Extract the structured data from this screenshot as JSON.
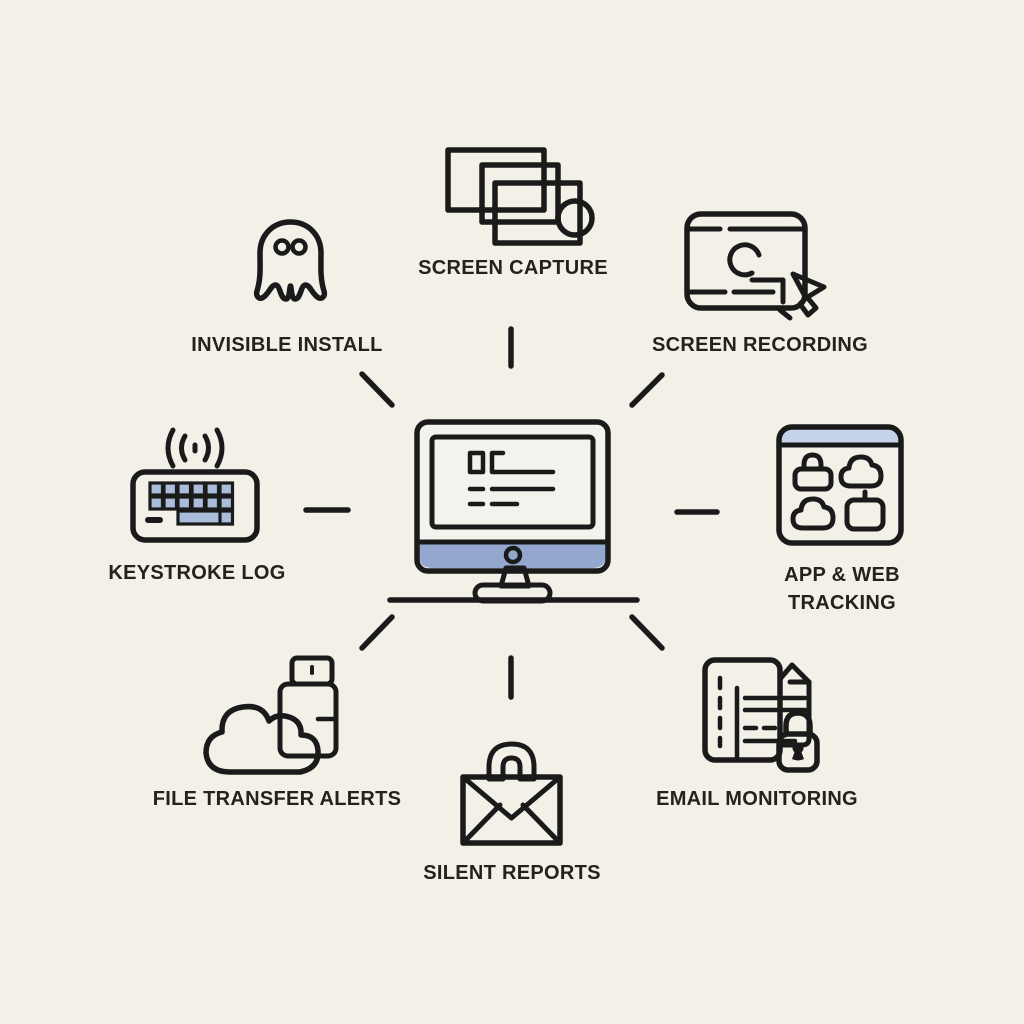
{
  "title": "monitoring-features-infographic",
  "palette": {
    "background": "#f3f0e8",
    "outline": "#1a1a1a",
    "text": "#25211b",
    "fill_light_blue": "#c5d2e9",
    "fill_medium_blue": "#94a8cf",
    "fill_usb_blue": "#8ba0c3",
    "fill_cloud_blue": "#c7d4ec",
    "fill_eye_lavender": "#c8cde8",
    "fill_base_gray": "#e7eaf0"
  },
  "center": {
    "icon": "desktop-monitor-icon"
  },
  "features": [
    {
      "id": "screen-capture",
      "label": "SCREEN CAPTURE",
      "icon": "stacked-screenshots-icon"
    },
    {
      "id": "screen-recording",
      "label": "SCREEN RECORDING",
      "icon": "screen-cursor-icon"
    },
    {
      "id": "app-web-tracking",
      "label": "APP & WEB TRACKING",
      "icon": "app-grid-window-icon"
    },
    {
      "id": "email-monitoring",
      "label": "EMAIL MONITORING",
      "icon": "document-lock-icon"
    },
    {
      "id": "silent-reports",
      "label": "SILENT REPORTS",
      "icon": "locked-envelope-icon"
    },
    {
      "id": "file-transfer-alerts",
      "label": "FILE TRANSFER ALERTS",
      "icon": "usb-cloud-icon"
    },
    {
      "id": "keystroke-log",
      "label": "KEYSTROKE LOG",
      "icon": "wireless-keyboard-icon"
    },
    {
      "id": "invisible-install",
      "label": "INVISIBLE INSTALL",
      "icon": "ghost-icon"
    }
  ]
}
